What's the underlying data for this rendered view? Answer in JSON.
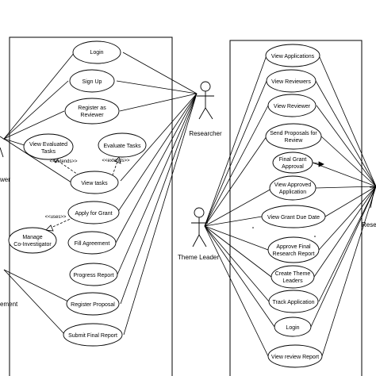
{
  "left_system": {
    "use_cases": {
      "login": [
        "Login"
      ],
      "sign_up": [
        "Sign Up"
      ],
      "register_reviewer": [
        "Register as",
        "Reviewer"
      ],
      "view_evaluated_tasks": [
        "View Evaluated",
        "Tasks"
      ],
      "evaluate_tasks": [
        "Evaluate Tasks"
      ],
      "view_tasks": [
        "View tasks"
      ],
      "apply_grant": [
        "Apply for Grant"
      ],
      "manage_coinvestigator": [
        "Manage",
        "Co-Investigator"
      ],
      "fill_agreement": [
        "Fill Agreement"
      ],
      "progress_report": [
        "Progress Report"
      ],
      "register_proposal": [
        "Register Proposal"
      ],
      "submit_final_report": [
        "Submit Final Report"
      ]
    },
    "relations": {
      "extends_left": "<<extends>>",
      "extends_right": "<<extends>>",
      "uses": "<<uses>>"
    }
  },
  "right_system": {
    "use_cases": {
      "view_applications": [
        "View Applications"
      ],
      "view_reviewers": [
        "View Reviewers"
      ],
      "view_reviewer": [
        "View Reviewer"
      ],
      "send_proposals": [
        "Send Proposals for",
        "Review"
      ],
      "final_grant_approval": [
        "Final Grant",
        "Approval"
      ],
      "view_approved_application": [
        "View Approved",
        "Application"
      ],
      "view_grant_due_date": [
        "View Grant Due Date"
      ],
      "approve_final_report": [
        "Approve Final",
        "Research Report"
      ],
      "create_theme_leaders": [
        "Create Theme",
        "Leaders"
      ],
      "track_application": [
        "Track Application"
      ],
      "login": [
        "Login"
      ],
      "view_review_report": [
        "View review Report"
      ]
    }
  },
  "actors": {
    "researcher": "Researcher",
    "theme_leader": "Theme Leader",
    "left_edge_reviewer_fragment": "wer",
    "left_edge_management_fragment": "ement",
    "right_edge_fragment": "Resea"
  }
}
